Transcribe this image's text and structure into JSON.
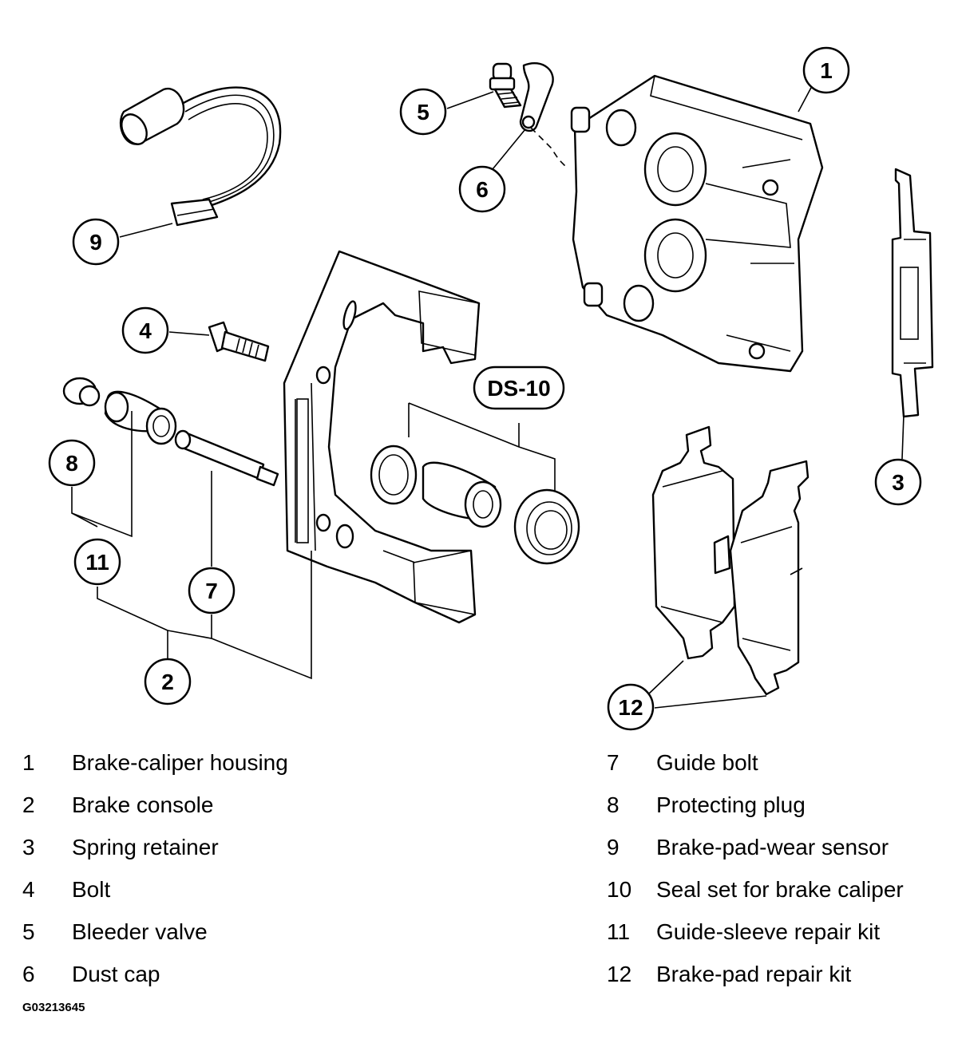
{
  "callouts": {
    "c1": "1",
    "c2": "2",
    "c3": "3",
    "c4": "4",
    "c5": "5",
    "c6": "6",
    "c7": "7",
    "c8": "8",
    "c9": "9",
    "c11": "11",
    "c12": "12",
    "ds10": "DS-10"
  },
  "legend": {
    "left": [
      {
        "num": "1",
        "label": "Brake-caliper housing"
      },
      {
        "num": "2",
        "label": "Brake console"
      },
      {
        "num": "3",
        "label": "Spring retainer"
      },
      {
        "num": "4",
        "label": "Bolt"
      },
      {
        "num": "5",
        "label": "Bleeder valve"
      },
      {
        "num": "6",
        "label": "Dust cap"
      }
    ],
    "right": [
      {
        "num": "7",
        "label": "Guide bolt"
      },
      {
        "num": "8",
        "label": "Protecting plug"
      },
      {
        "num": "9",
        "label": "Brake-pad-wear sensor"
      },
      {
        "num": "10",
        "label": "Seal set for brake caliper"
      },
      {
        "num": "11",
        "label": "Guide-sleeve repair kit"
      },
      {
        "num": "12",
        "label": "Brake-pad repair kit"
      }
    ]
  },
  "figure_code": "G03213645"
}
